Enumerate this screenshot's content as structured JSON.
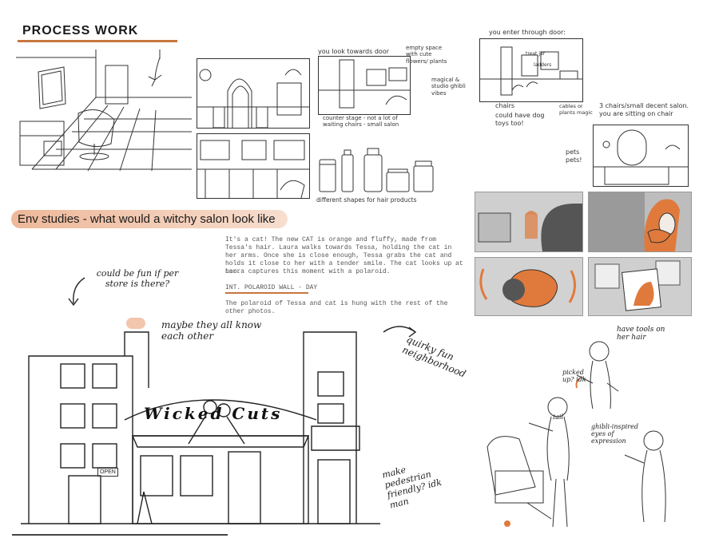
{
  "header": {
    "title": "PROCESS WORK"
  },
  "env": {
    "heading": "Env studies  - what would a witchy salon look like"
  },
  "notes": {
    "look_door": "you look towards door",
    "empty_space": "empty space with cute flowers/ plants",
    "magical": "magical & studio ghibli vibes",
    "counter": "counter stage - not a lot of waiting chairs - small salon",
    "shapes": "different shapes for hair products",
    "enter": "you enter through door:",
    "treats": "treat jar",
    "ladders": "ladders",
    "chairs": "chairs",
    "dog_toys": "could have dog toys too!",
    "cables": "cables or plants magic",
    "three_chairs": "3 chairs/small decent salon. you are sitting on chair",
    "pets": "pets pets!"
  },
  "script": {
    "para1": "It's a cat! The new CAT is orange and fluffy, made from Tessa's hair. Laura walks towards Tessa, holding the cat in her arms. Once she is close enough, Tessa grabs the cat and holds it close to her with a tender smile. The cat looks up at her.",
    "para2": "Laura captures this moment with a polaroid.",
    "slug": "INT. POLAROID WALL - DAY",
    "para3": "The polaroid of Tessa and cat is hung with the rest of the other photos."
  },
  "sketch_notes": {
    "could_be_fun": "could be fun if per store is there?",
    "maybe_know": "maybe they all know each other",
    "quirky": "quirky fun neighborhood",
    "pedestrian": "make pedestrian friendly? idk man",
    "store_sign": "Wicked Cuts",
    "open_sign": "OPEN",
    "tools_hair": "have tools on her hair",
    "picked_up": "picked up? idk",
    "ghibli_eyes": "ghibli-inspired eyes of expression",
    "tail": "tail"
  },
  "colors": {
    "accent": "#c8763e",
    "orange_hair": "#e07a3c",
    "storyboard_gray": "#d8d8d8"
  }
}
